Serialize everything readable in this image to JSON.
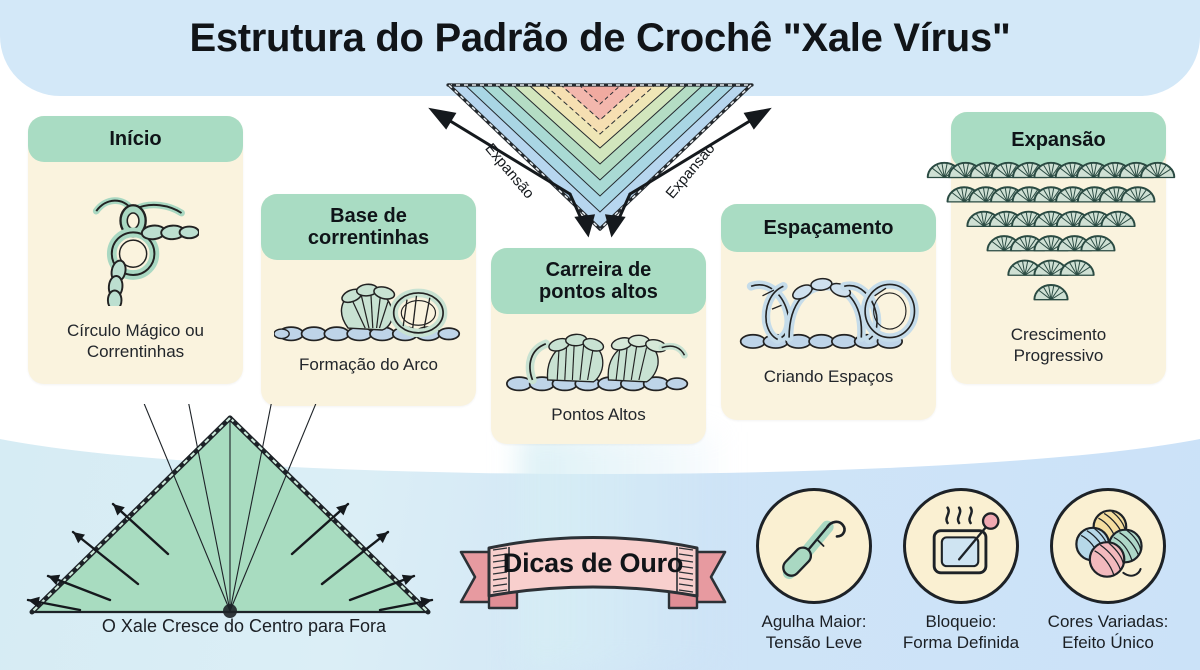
{
  "page": {
    "title": "Estrutura do Padrão de Crochê \"Xale Vírus\"",
    "colors": {
      "header_band": "#D3E8F8",
      "card_body": "#FAF3DE",
      "card_header": "#A9DCC3",
      "bottom_band": "#D6ECF4",
      "ribbon": "#F6C9C6",
      "ink": "#1D2227",
      "yarn_green": "#A9D8C2",
      "yarn_blue": "#B9CFE4",
      "shawl_fill": "#A8DCC0"
    }
  },
  "steps": [
    {
      "id": "inicio",
      "header": "Início",
      "caption": "Círculo Mágico ou\nCorrentinhas",
      "art_name": "magic-circle-illustration"
    },
    {
      "id": "base-de-correntinhas",
      "header": "Base de\ncorrentinhas",
      "caption": "Formação do Arco",
      "art_name": "chain-arch-illustration"
    },
    {
      "id": "carreira-de-pontos-altos",
      "header": "Carreira de\npontos altos",
      "caption": "Pontos Altos",
      "art_name": "double-crochet-row-illustration"
    },
    {
      "id": "espacamento",
      "header": "Espaçamento",
      "caption": "Criando Espaços",
      "art_name": "spacing-loops-illustration"
    },
    {
      "id": "expansao",
      "header": "Expansão",
      "caption": "Crescimento\nProgressivo",
      "art_name": "shell-shawl-illustration"
    }
  ],
  "center_diagram": {
    "name": "expansion-triangle-diagram",
    "label_left": "Expansão",
    "label_right": "Expansão",
    "band_colors": [
      "#F4B8B0",
      "#F7E3B4",
      "#F2EBC0",
      "#CFE6C0",
      "#AEDCC6",
      "#A9D9DA",
      "#AFD2EC",
      "#B6D4F0"
    ]
  },
  "shawl_diagram": {
    "name": "growth-triangle-diagram",
    "caption": "O Xale Cresce do Centro para Fora",
    "arrow_count": 8,
    "ray_count": 17
  },
  "ribbon": {
    "label": "Dicas de Ouro"
  },
  "tips": [
    {
      "icon": "crochet-hook-icon",
      "label": "Agulha Maior:\nTensão Leve"
    },
    {
      "icon": "blocking-board-icon",
      "label": "Bloqueio:\nForma Definida"
    },
    {
      "icon": "yarn-balls-icon",
      "label": "Cores Variadas:\nEfeito Único"
    }
  ]
}
